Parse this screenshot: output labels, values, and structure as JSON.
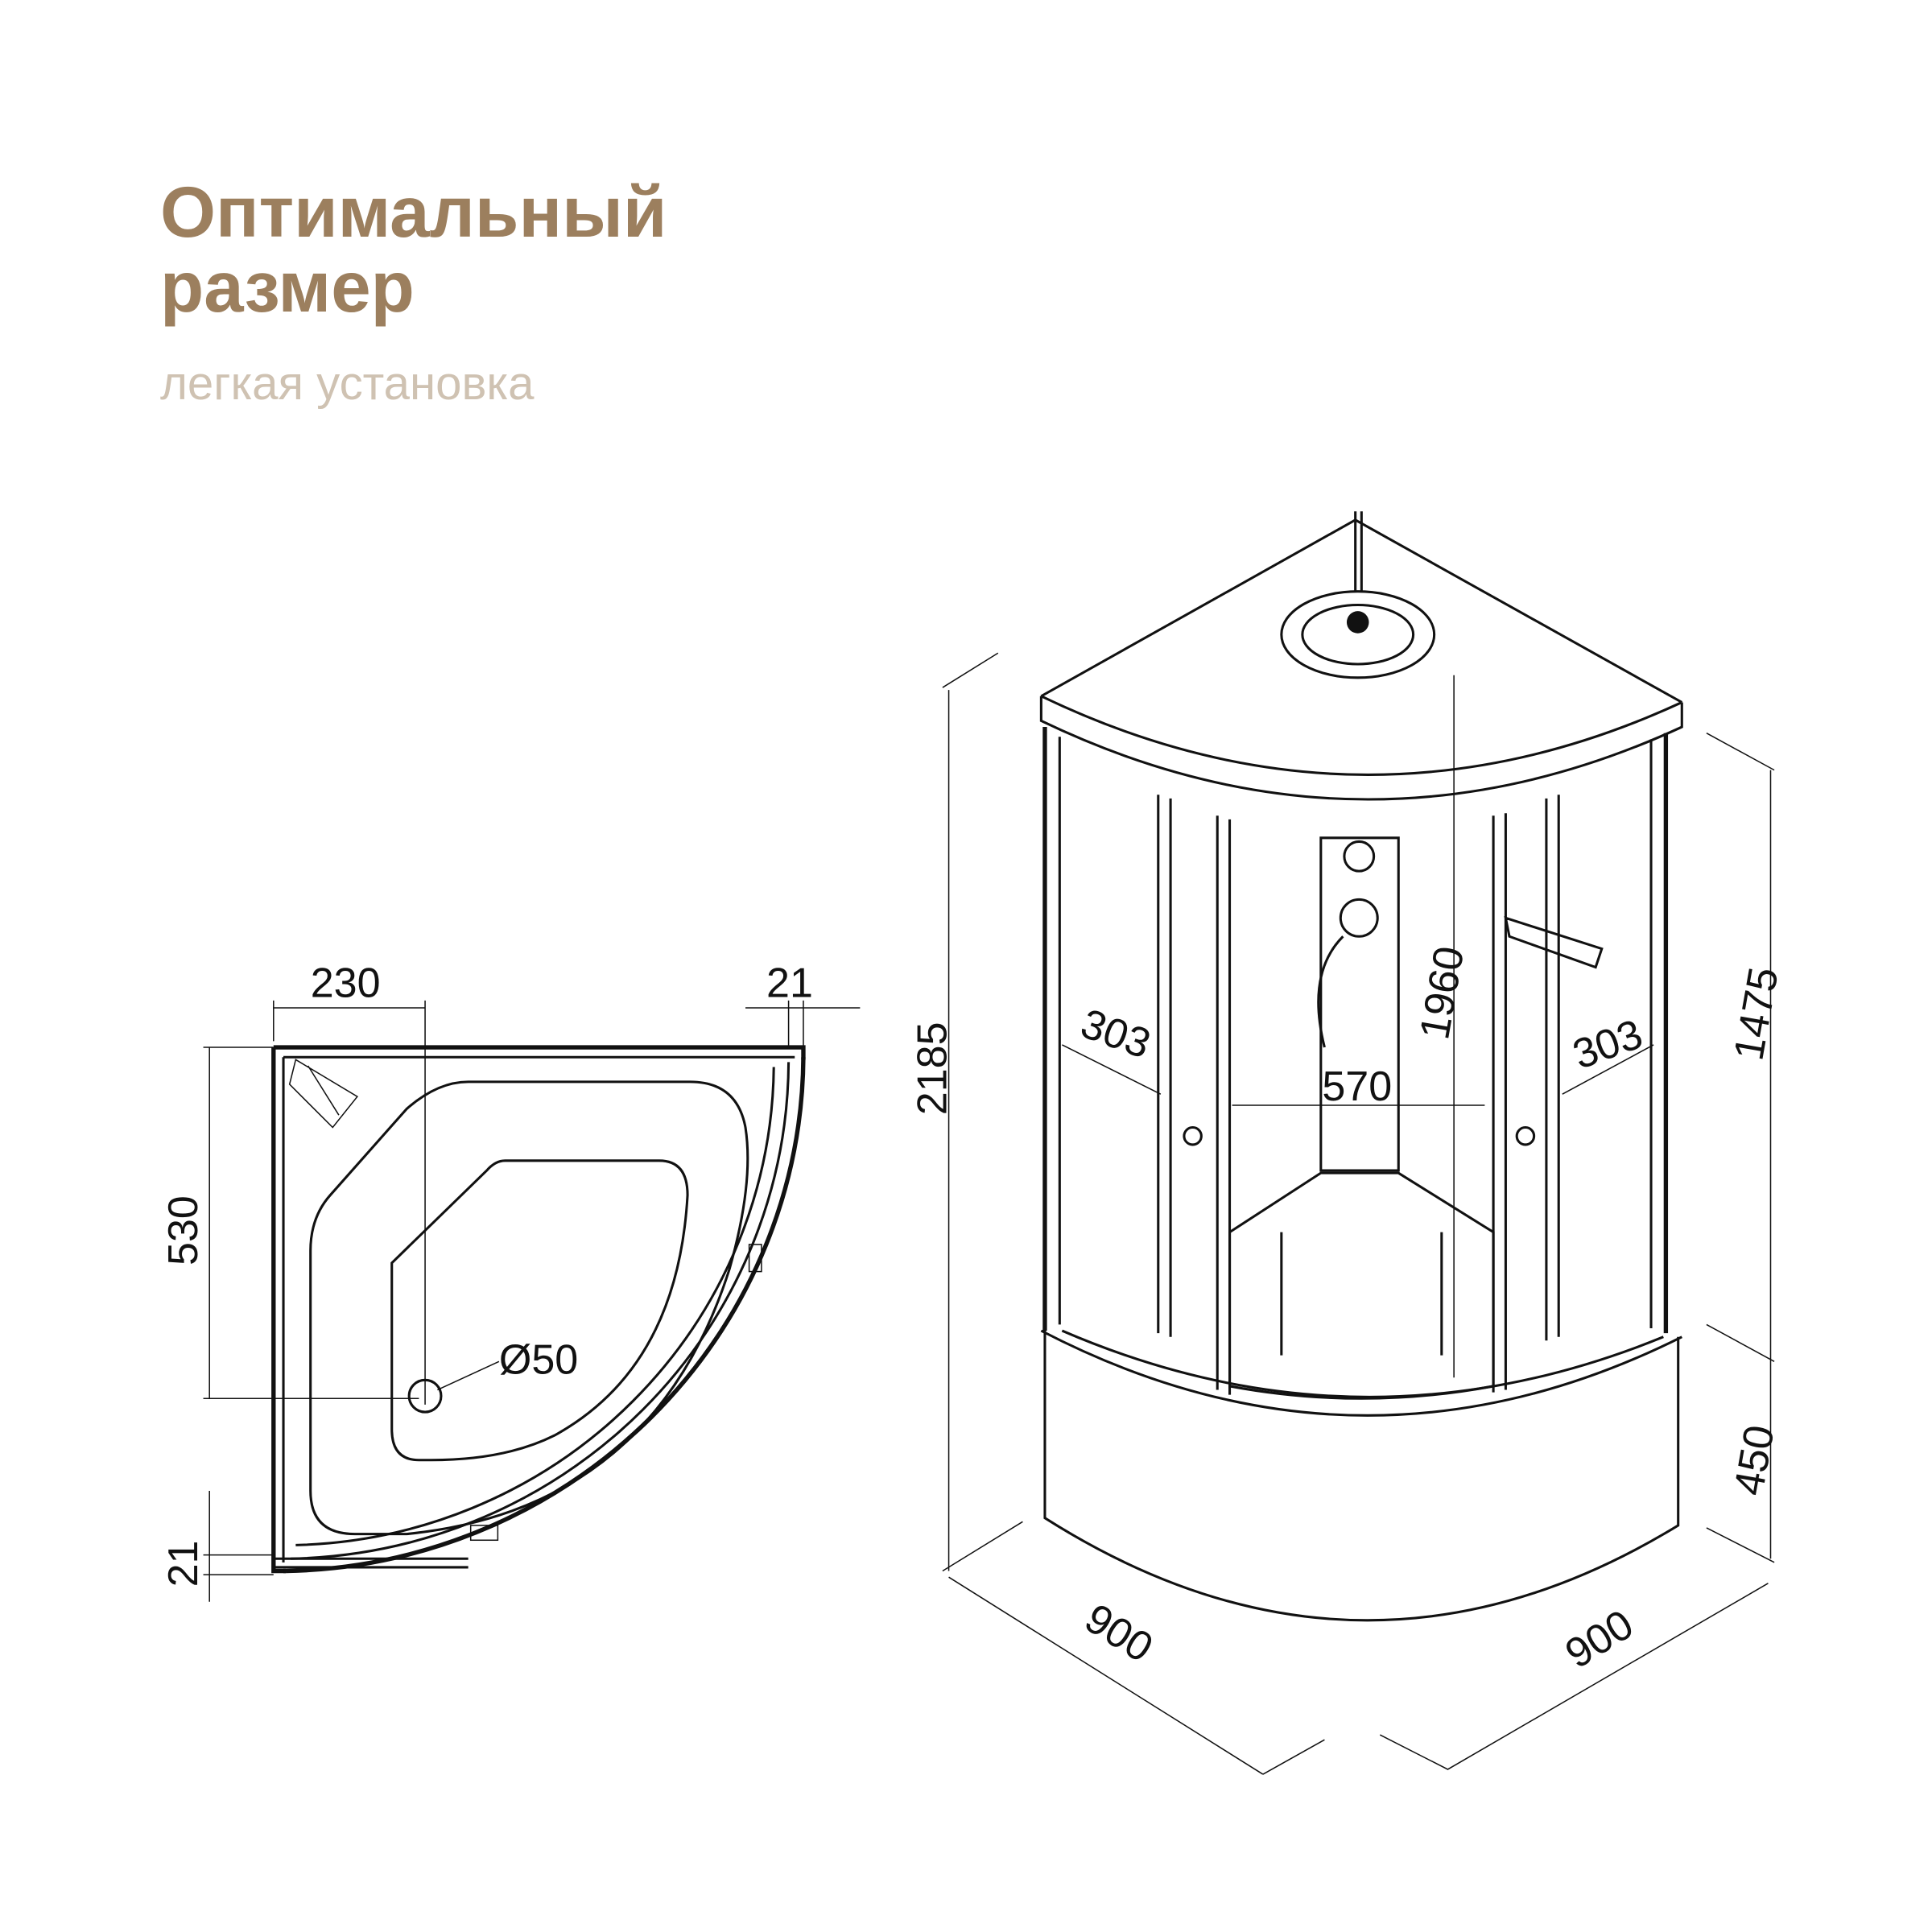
{
  "header": {
    "title_line1": "Оптимальный",
    "title_line2": "размер",
    "subtitle": "легкая установка"
  },
  "colors": {
    "title": "#9c7f5e",
    "subtitle": "#cfc2b2",
    "line": "#111111"
  },
  "plan_view": {
    "dim_drain_offset_x": "230",
    "dim_profile_top": "21",
    "dim_drain_offset_y": "530",
    "dim_profile_bottom": "21",
    "drain_diameter": "Ø50"
  },
  "front_view": {
    "total_height": "2185",
    "inner_height": "1960",
    "door_width": "570",
    "side_left": "303",
    "side_right": "303",
    "panel_height": "1475",
    "tray_height": "450",
    "depth_left": "900",
    "depth_right": "900"
  }
}
